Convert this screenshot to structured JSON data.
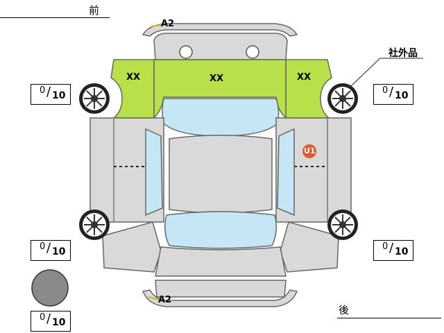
{
  "header": {
    "front_label": "前",
    "rear_label": "後"
  },
  "annotations": {
    "aftermarket_label": "社外品",
    "front_bumper_code": "A2",
    "rear_bumper_code": "A2",
    "hood_code": "XX",
    "left_fender_code": "XX",
    "right_fender_code": "XX",
    "right_door_code": "U1"
  },
  "tread": {
    "front_left": {
      "value": "0",
      "max": "10"
    },
    "front_right": {
      "value": "0",
      "max": "10"
    },
    "rear_left": {
      "value": "0",
      "max": "10"
    },
    "rear_right": {
      "value": "0",
      "max": "10"
    },
    "spare": {
      "value": "0",
      "max": "10"
    }
  },
  "colors": {
    "panel": "#d9d9d9",
    "glass": "#c5e6f5",
    "highlight": "#b8e04a",
    "badge": "#e8572f"
  }
}
